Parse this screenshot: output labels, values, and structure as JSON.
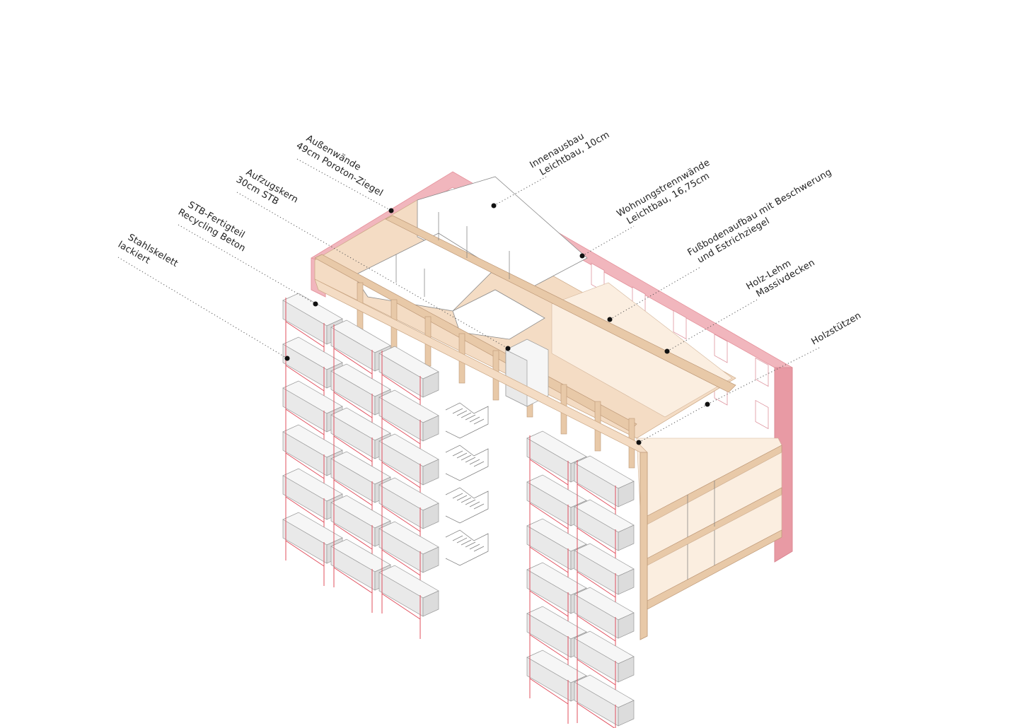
{
  "labels": [
    {
      "id": "aussenwaende",
      "line1": "Außenwände",
      "line2": "49cm Poroton-Ziegel"
    },
    {
      "id": "aufzugskern",
      "line1": "Aufzugskern",
      "line2": "30cm STB"
    },
    {
      "id": "stb-fertigteil",
      "line1": "STB-Fertigteil",
      "line2": "Recycling Beton"
    },
    {
      "id": "stahlskelett",
      "line1": "Stahlskelett",
      "line2": "lackiert"
    },
    {
      "id": "innenausbau",
      "line1": "Innenausbau",
      "line2": "Leichtbau, 10cm"
    },
    {
      "id": "wohnungstrennwaende",
      "line1": "Wohnungstrennwände",
      "line2": "Leichtbau, 16,75cm"
    },
    {
      "id": "fussbodenaufbau",
      "line1": "Fußbodenaufbau mit Beschwerung",
      "line2": "und Estrichziegel"
    },
    {
      "id": "holz-lehm",
      "line1": "Holz-Lehm",
      "line2": "Massivdecken"
    },
    {
      "id": "holzstuetzen",
      "line1": "Holzstützen",
      "line2": ""
    }
  ],
  "colors": {
    "brick": "#f1b6bd",
    "timber": "#f4dcc4",
    "steel": "#e0505e",
    "concrete": "#e9e9e9"
  }
}
